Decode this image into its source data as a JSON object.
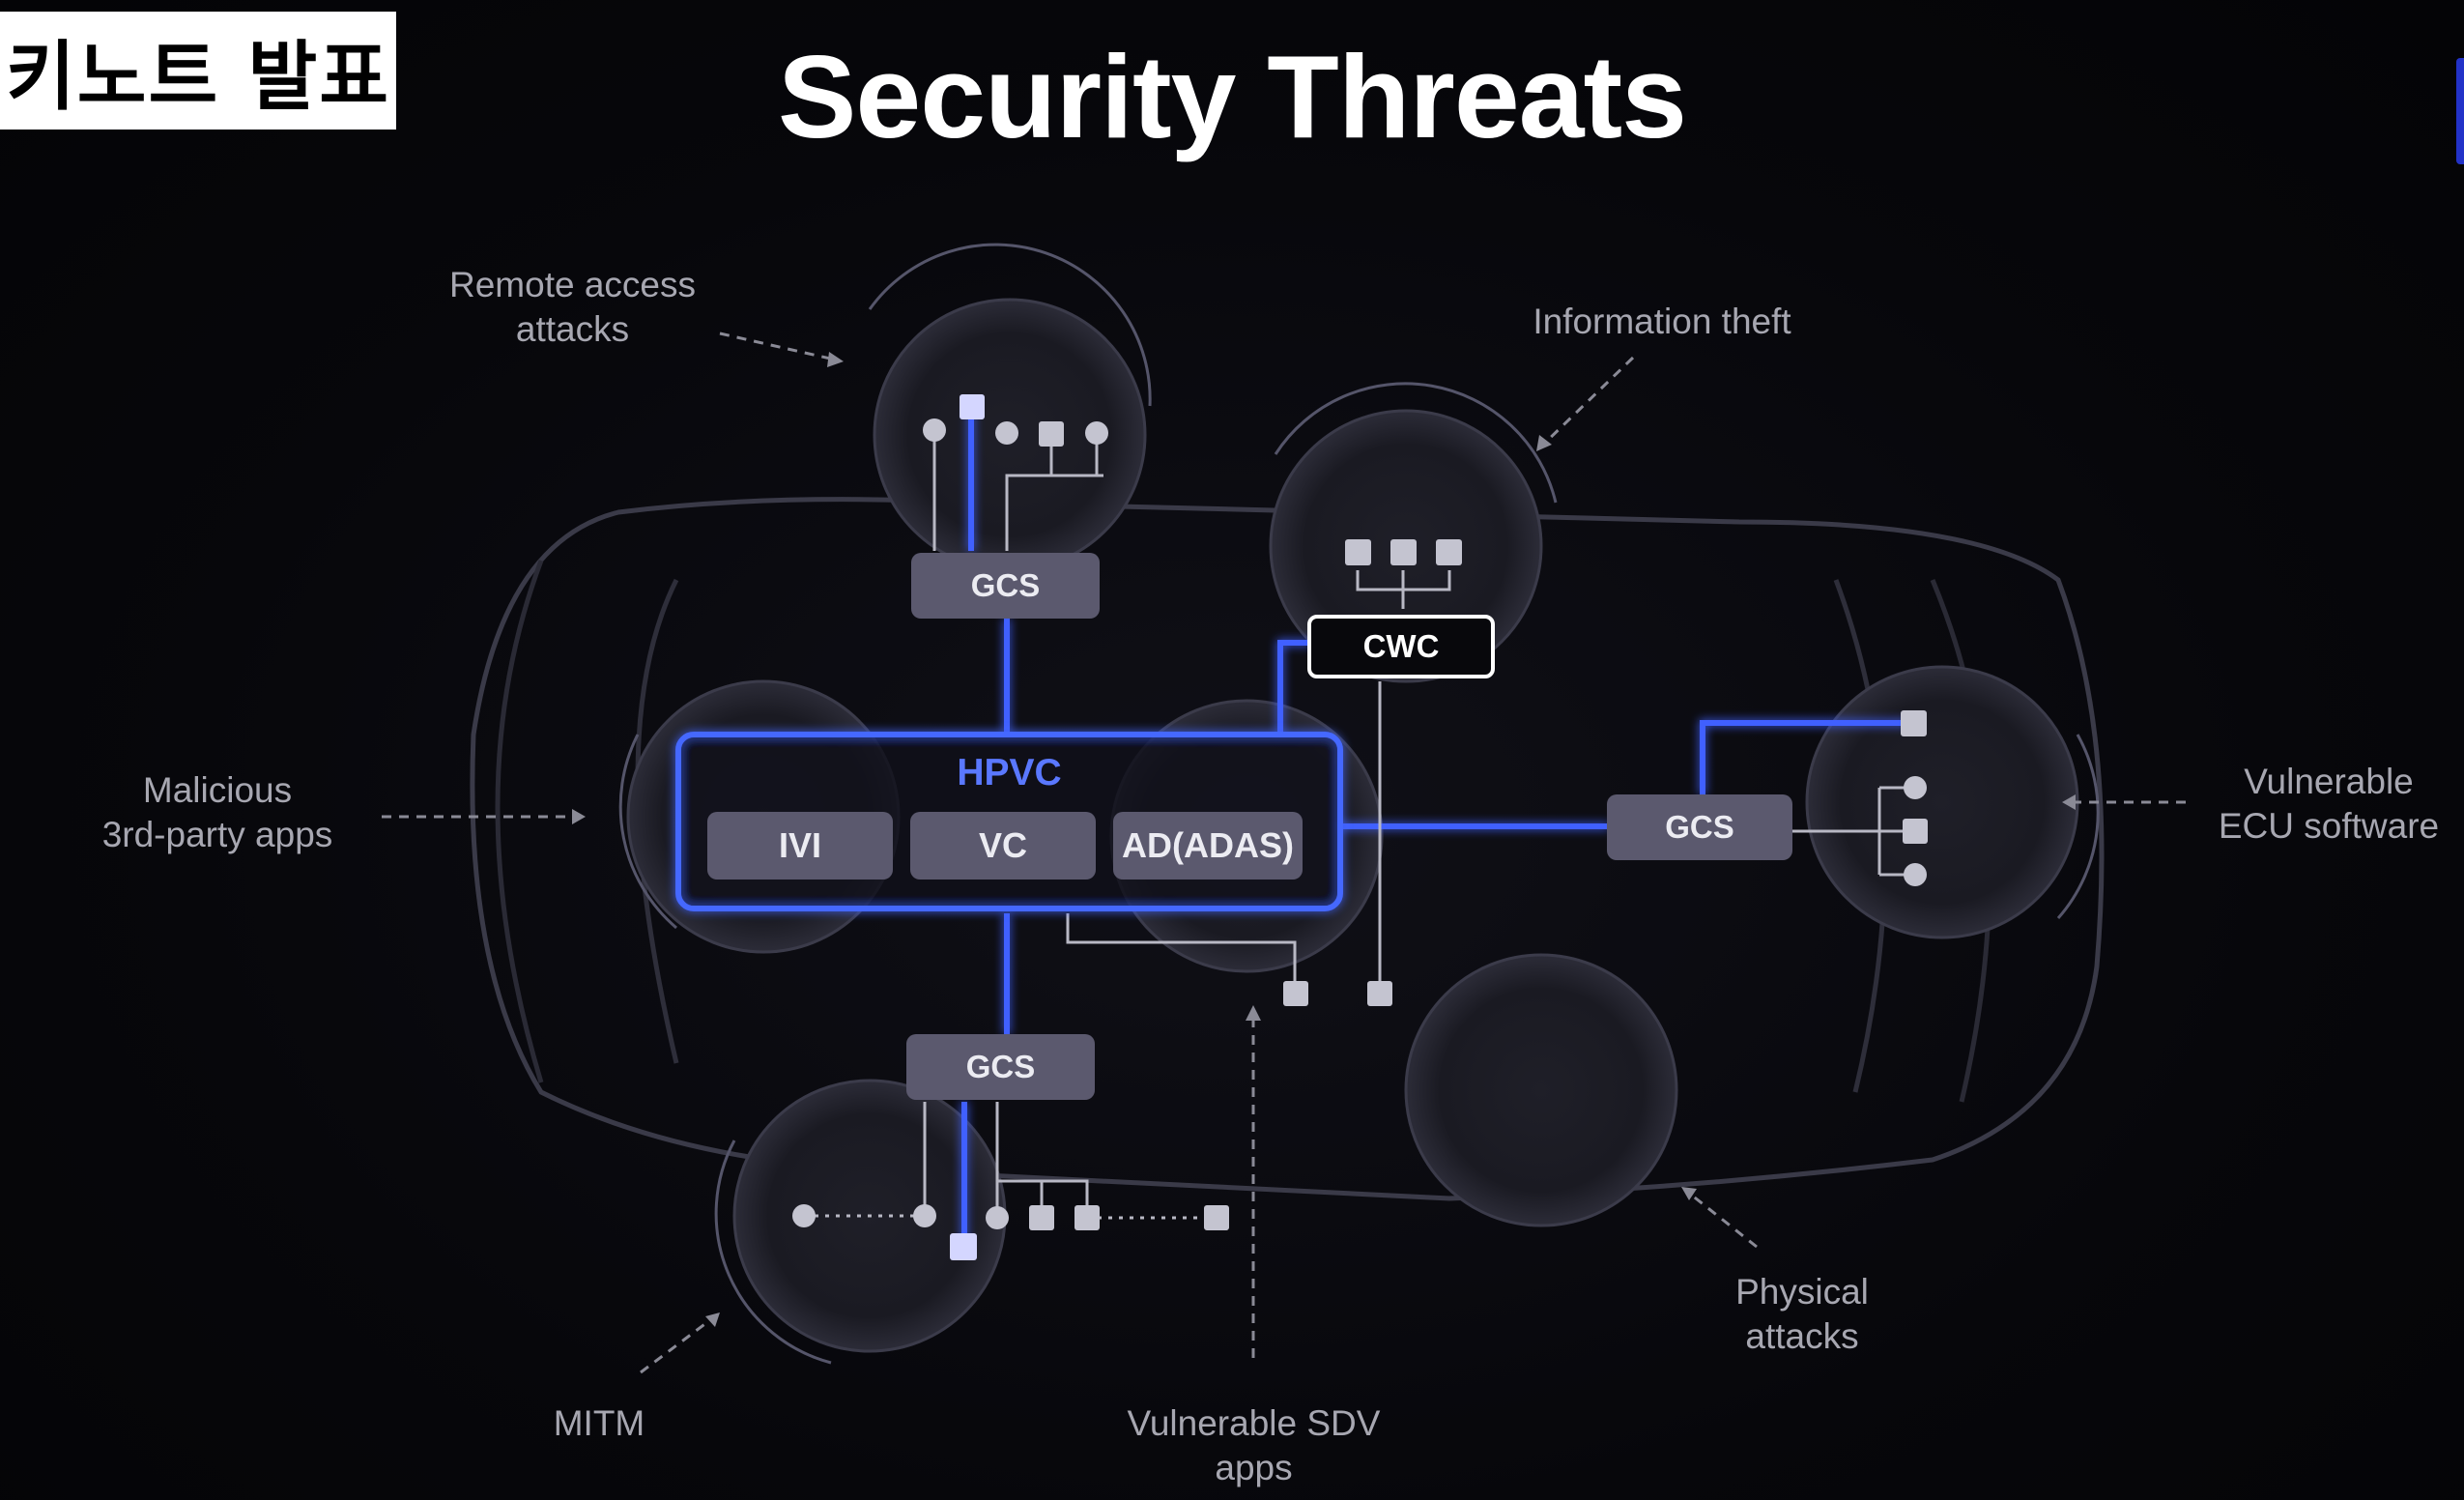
{
  "badge": "키노트 발표",
  "title": "Security Threats",
  "colors": {
    "background": "#050508",
    "connector": "#3d5bff",
    "node": "#5c5a70",
    "node_text": "#e8e8f0",
    "label": "#a7a7b1"
  },
  "threats": {
    "remote_access": "Remote access attacks",
    "information_theft": "Information theft",
    "malicious_apps": "Malicious 3rd-party apps",
    "vulnerable_ecu": "Vulnerable ECU software",
    "physical_attacks": "Physical attacks",
    "mitm": "MITM",
    "vulnerable_sdv": "Vulnerable SDV apps"
  },
  "labels": {
    "remote_access": [
      "Remote access",
      "attacks"
    ],
    "information_theft": [
      "Information theft"
    ],
    "malicious_apps": [
      "Malicious",
      "3rd-party apps"
    ],
    "vulnerable_ecu": [
      "Vulnerable",
      "ECU software"
    ],
    "physical_attacks": [
      "Physical",
      "attacks"
    ],
    "mitm": [
      "MITM"
    ],
    "vulnerable_sdv": [
      "Vulnerable SDV",
      "apps"
    ]
  },
  "nodes": {
    "hpvc": "HPVC",
    "ivi": "IVI",
    "vc": "VC",
    "adas": "AD(ADAS)",
    "gcs_top": "GCS",
    "gcs_right": "GCS",
    "gcs_bottom": "GCS",
    "cwc": "CWC"
  }
}
